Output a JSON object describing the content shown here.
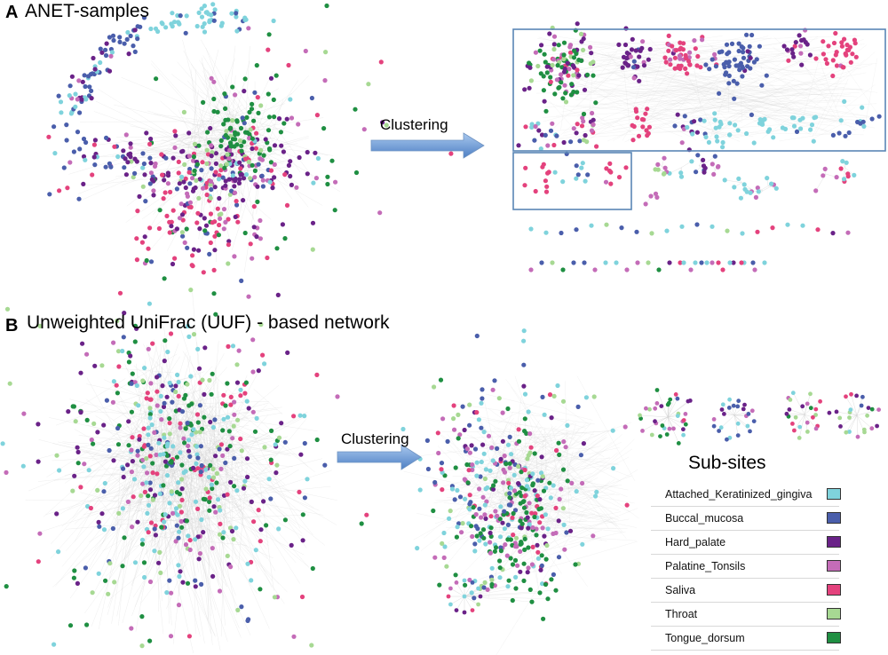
{
  "panel_a": {
    "letter": "A",
    "title": "ANET-samples",
    "arrow_label": "Clustering"
  },
  "panel_b": {
    "letter": "B",
    "title": "Unweighted UniFrac (UUF) - based network",
    "arrow_label": "Clustering"
  },
  "legend": {
    "title": "Sub-sites",
    "items": [
      {
        "label": "Attached_Keratinized_gingiva",
        "color": "#7fd3dc"
      },
      {
        "label": "Buccal_mucosa",
        "color": "#4a5eab"
      },
      {
        "label": "Hard_palate",
        "color": "#6a2288"
      },
      {
        "label": "Palatine_Tonsils",
        "color": "#c46cb8"
      },
      {
        "label": "Saliva",
        "color": "#e4427d"
      },
      {
        "label": "Throat",
        "color": "#a7d993"
      },
      {
        "label": "Tongue_dorsum",
        "color": "#1f8f42"
      }
    ]
  },
  "colors": {
    "edge": "#cfcfcf",
    "box": "#5a86b6",
    "arrow": "#5b8fd0"
  }
}
